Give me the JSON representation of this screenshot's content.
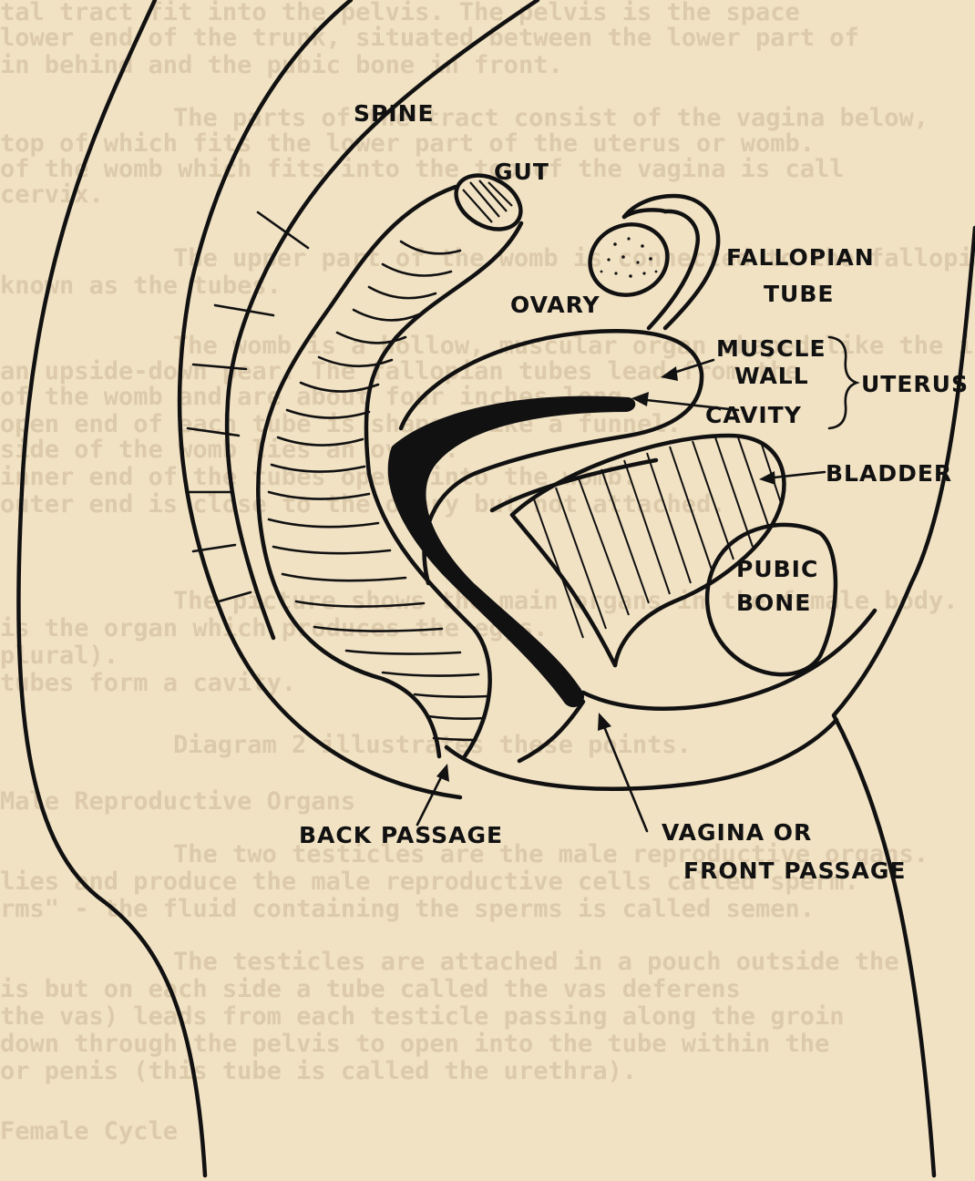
{
  "palette": {
    "paper": "#f1e2c4",
    "ink": "#111111",
    "show_through": "#cbb896"
  },
  "labels": {
    "spine": "SPINE",
    "gut": "GUT",
    "ovary": "OVARY",
    "fallopian_tube_1": "FALLOPIAN",
    "fallopian_tube_2": "TUBE",
    "muscle_wall_1": "MUSCLE",
    "muscle_wall_2": "WALL",
    "uterus": "UTERUS",
    "cavity": "CAVITY",
    "bladder": "BLADDER",
    "pubic_bone_1": "PUBIC",
    "pubic_bone_2": "BONE",
    "back_passage": "BACK PASSAGE",
    "vagina_1": "VAGINA OR",
    "vagina_2": "FRONT PASSAGE"
  },
  "show_through_text": [
    "tal tract fit into the pelvis. The pelvis is the space",
    "lower end of the trunk, situated between the lower part of",
    "in behind and the pubic bone in front.",
    "The parts of the tract consist of the vagina below,",
    "top of which fits the lower part of the uterus or womb.",
    "of the womb which fits into the top of the vagina is call",
    "cervix.",
    "The upper part of the womb is connected to the fallopia",
    "known as the tubes.",
    "The womb is a hollow, muscular organ shaped like the ins",
    "an upside-down pear. The fallopian tubes lead from the",
    "of the womb and are about four inches long.",
    "open end of each tube is shaped like a funnel.",
    "side of the womb lies an ovary.",
    "inner end of the tubes opens into the womb.",
    "outer end is close to the ovary but not attached.",
    "The picture shows the main organs in the female body.",
    "is the organ which produces the eggs.",
    "plural).",
    "tubes form a cavity.",
    "Diagram 2 illustrates these points.",
    "Male Reproductive Organs",
    "The two testicles are the male reproductive organs.",
    "lies and produce the male reproductive cells called sperm.",
    "rms\" - the fluid containing the sperms is called semen.",
    "The testicles are attached in a pouch outside the",
    "is but on each side a tube called the vas deferens",
    "the vas) leads from each testicle passing along the groin",
    "down through the pelvis to open into the tube within the",
    "or penis (this tube is called the urethra).",
    "Female Cycle"
  ]
}
